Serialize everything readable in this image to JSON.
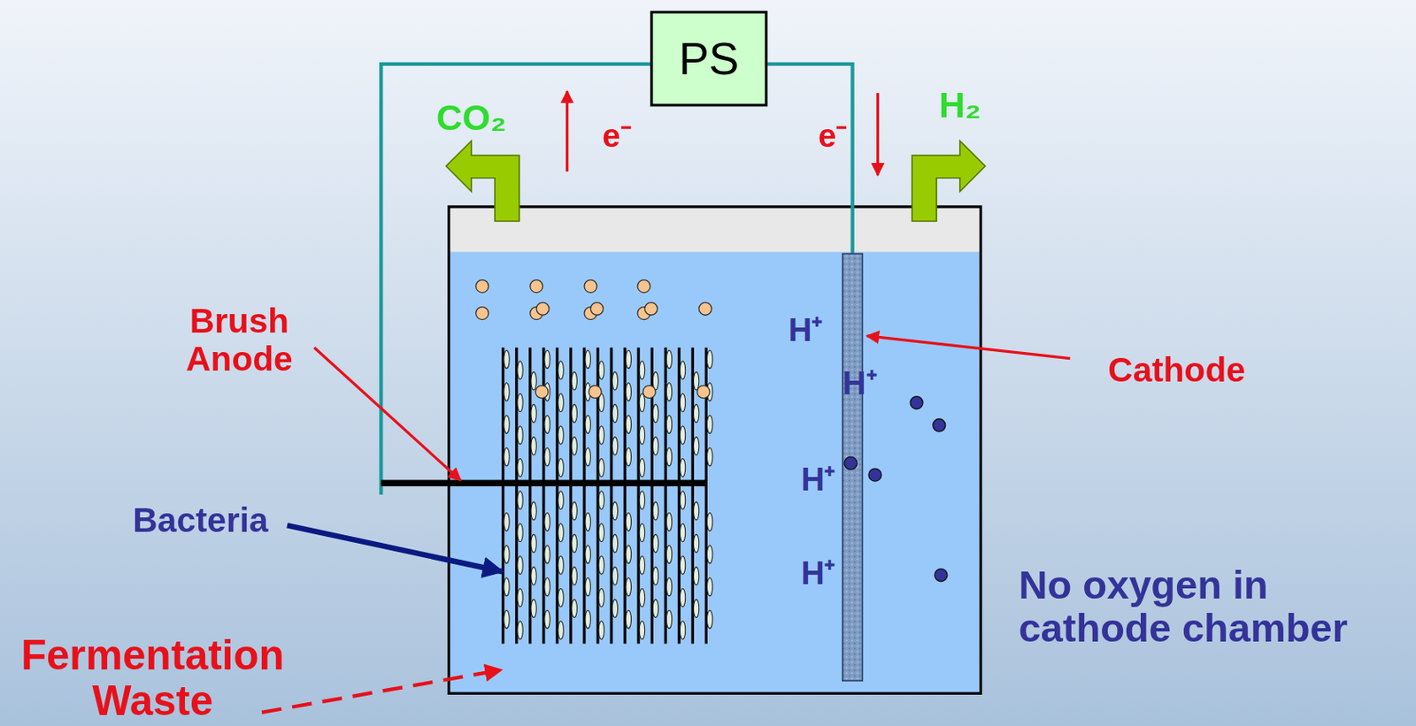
{
  "diagram": {
    "nodes": [
      {
        "text": [
          "PS"
        ]
      }
    ],
    "labels": [
      "CO₂",
      "e⁻",
      "e⁻",
      "H₂",
      "Brush Anode",
      "Cathode",
      "Bacteria",
      "Fermentation Waste",
      "H⁺",
      "H⁺",
      "H⁺",
      "H⁺",
      "No oxygen in cathode chamber"
    ]
  }
}
